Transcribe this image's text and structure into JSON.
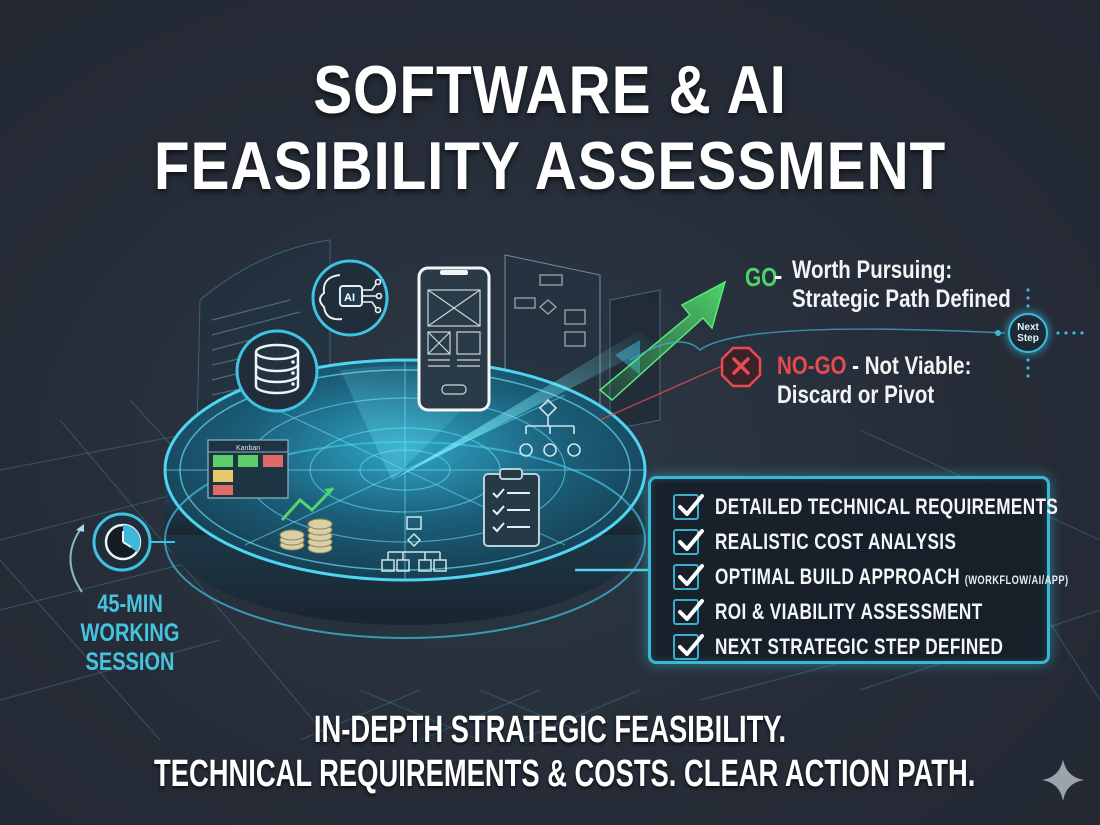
{
  "title": {
    "line1": "SOFTWARE & AI",
    "line2": "FEASIBILITY ASSESSMENT"
  },
  "decision": {
    "go": {
      "label": "GO",
      "separator": "-",
      "line1": "Worth Pursuing:",
      "line2": "Strategic Path Defined",
      "color": "#4fd36a"
    },
    "nogo": {
      "label": "NO-GO",
      "separator": "-",
      "line1": "Not Viable:",
      "line2": "Discard or Pivot",
      "color": "#e84a4f"
    },
    "next_step": {
      "line1": "Next",
      "line2": "Step"
    }
  },
  "checklist": {
    "items": [
      {
        "text": "DETAILED TECHNICAL REQUIREMENTS",
        "note": ""
      },
      {
        "text": "REALISTIC COST ANALYSIS",
        "note": ""
      },
      {
        "text": "OPTIMAL BUILD APPROACH",
        "note": "(WORKFLOW/AI/APP)"
      },
      {
        "text": "ROI & VIABILITY ASSESSMENT",
        "note": ""
      },
      {
        "text": "NEXT STRATEGIC STEP DEFINED",
        "note": ""
      }
    ]
  },
  "session": {
    "line1": "45-MIN",
    "line2": "WORKING",
    "line3": "SESSION"
  },
  "illustration": {
    "ai_badge": "AI",
    "kanban_title": "Kanban",
    "icons": [
      "database-icon",
      "ai-brain-icon",
      "mobile-wireframe-icon",
      "flowchart-icon",
      "kanban-board-icon",
      "growth-coins-icon",
      "decision-tree-icon",
      "clipboard-checklist-icon",
      "hierarchy-icon",
      "clock-icon"
    ]
  },
  "tagline": {
    "line1": "IN-DEPTH STRATEGIC FEASIBILITY.",
    "line2": "TECHNICAL REQUIREMENTS & COSTS. CLEAR ACTION PATH."
  },
  "colors": {
    "background": "#262c37",
    "accent_cyan": "#39b8d6",
    "go_green": "#4fd36a",
    "nogo_red": "#e84a4f",
    "text": "#ffffff"
  }
}
